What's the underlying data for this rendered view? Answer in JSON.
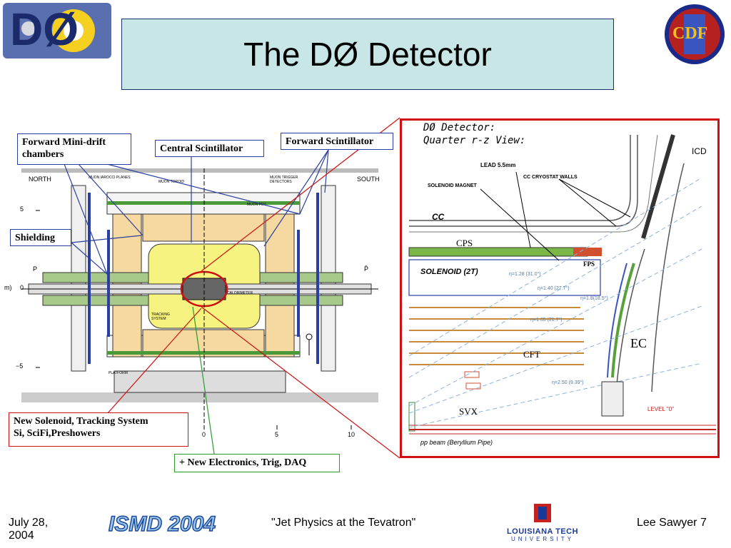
{
  "slide": {
    "title": "The DØ Detector",
    "logo_left_text": "DØ",
    "logo_right_text": "CDF"
  },
  "callouts": {
    "fwd_mini_drift": "Forward Mini-drift chambers",
    "central_scint": "Central Scintillator",
    "fwd_scint": "Forward Scintillator",
    "shielding": "Shielding",
    "new_solenoid_line1": "New Solenoid, Tracking System",
    "new_solenoid_line2": "Si, SciFi,Preshowers",
    "electronics": "+ New Electronics, Trig, DAQ"
  },
  "left_diagram": {
    "north": "NORTH",
    "south": "SOUTH",
    "y_ticks": [
      "5",
      "0",
      "−5"
    ],
    "y_axis_prefix": "m)",
    "x_ticks": [
      "0",
      "5",
      "10"
    ],
    "p_label": "P",
    "pbar_label": "P̄",
    "labels": {
      "muon_iarocci": "MUON IAROCCI PLANES",
      "muon_toroid": "MUON TOROID",
      "muon_trigger": "MUON TRIGGER DETECTORS",
      "muon_pdt": "MUON PDT",
      "calorimeter": "CALORIMETER",
      "tracking": "TRACKING SYSTEM",
      "platform": "PLATFORM"
    }
  },
  "right_diagram": {
    "title_line1": "DØ Detector:",
    "title_line2": "Quarter r-z View:",
    "lead": "LEAD 5.5mm",
    "cryostat": "CC CRYOSTAT WALLS",
    "solenoid_magnet": "SOLENOID MAGNET",
    "cc": "CC",
    "cps": "CPS",
    "solenoid": "SOLENOID (2T)",
    "fps": "FPS",
    "cft": "CFT",
    "svx": "SVX",
    "ec": "EC",
    "icd": "ICD",
    "level0": "LEVEL \"0\"",
    "beam": "pp beam (Beryllium Pipe)",
    "eta_labels": [
      "η=1.28 (31.0°)",
      "η=1.40 (27.7°)",
      "η=1.8(18.5°)",
      "η=1.65 (21.7°)",
      "η=2.50 (9.39°)"
    ]
  },
  "footer": {
    "date_line1": "July 28,",
    "date_line2": "2004",
    "conference": "ISMD 2004",
    "talk": "\"Jet Physics at the Tevatron\"",
    "university": "LOUISIANA TECH",
    "university_sub": "UNIVERSITY",
    "author": "Lee Sawyer 7"
  },
  "colors": {
    "title_bg": "#c8e6e6",
    "callout_blue": "#2a3fa0",
    "highlight_red": "#d01010",
    "callout_green": "#2c9a2c"
  }
}
